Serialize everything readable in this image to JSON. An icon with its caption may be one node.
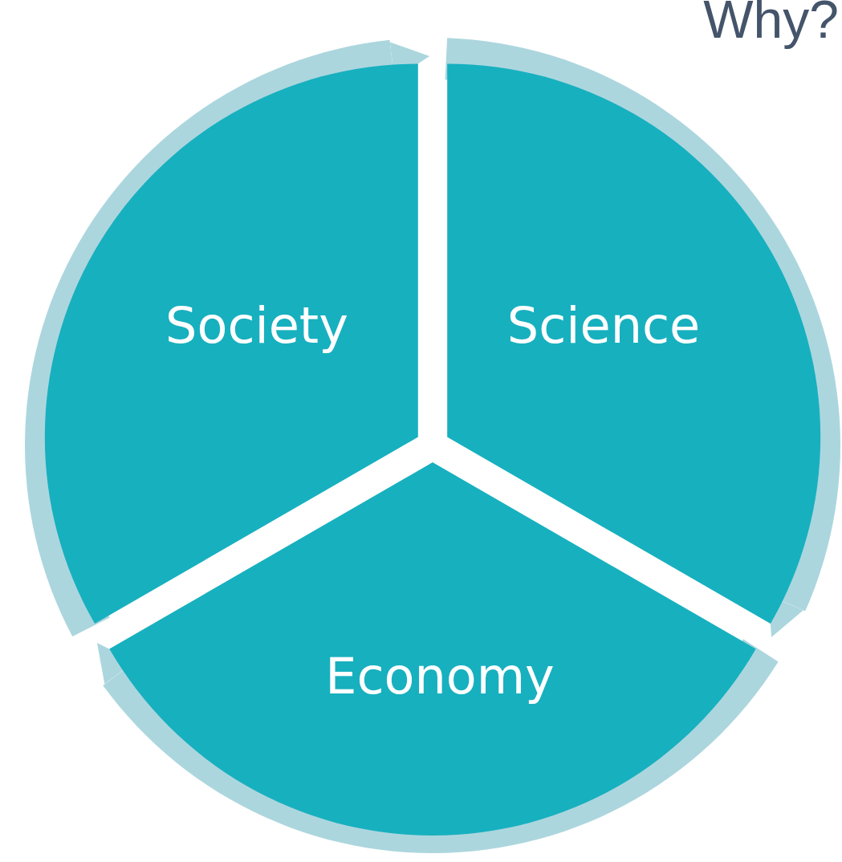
{
  "diagram": {
    "title": "Why?",
    "nodes": [
      {
        "text": [
          "Society"
        ]
      },
      {
        "text": [
          "Science"
        ]
      },
      {
        "text": [
          "Economy"
        ]
      }
    ],
    "edges": [
      {
        "from": 0,
        "to": 1,
        "arrow": "to"
      },
      {
        "from": 1,
        "to": 2,
        "arrow": "to"
      },
      {
        "from": 2,
        "to": 0,
        "arrow": "to"
      }
    ]
  }
}
